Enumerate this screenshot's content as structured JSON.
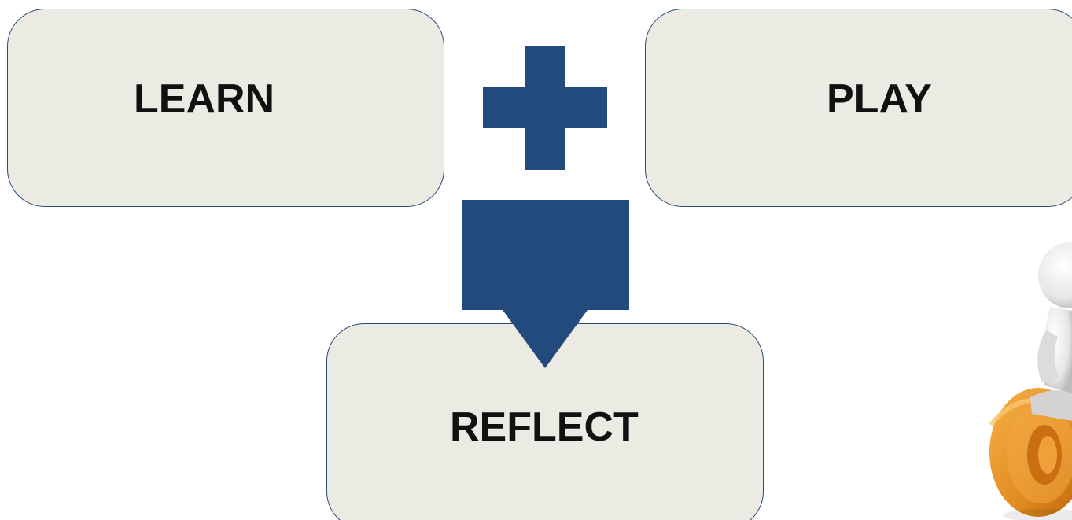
{
  "diagram": {
    "boxes": {
      "learn": {
        "label": "LEARN"
      },
      "play": {
        "label": "PLAY"
      },
      "reflect": {
        "label": "REFLECT"
      }
    },
    "connectors": {
      "plus": {
        "icon": "plus-icon"
      },
      "arrow": {
        "icon": "arrow-down-icon"
      }
    },
    "illustration": {
      "icon": "person-sitting-on-at-symbol-icon"
    }
  },
  "colors": {
    "box_fill": "#ecebe3",
    "box_border": "#2a4b78",
    "connector": "#224a7c",
    "text": "#111111",
    "at_symbol": "#e8922a"
  }
}
